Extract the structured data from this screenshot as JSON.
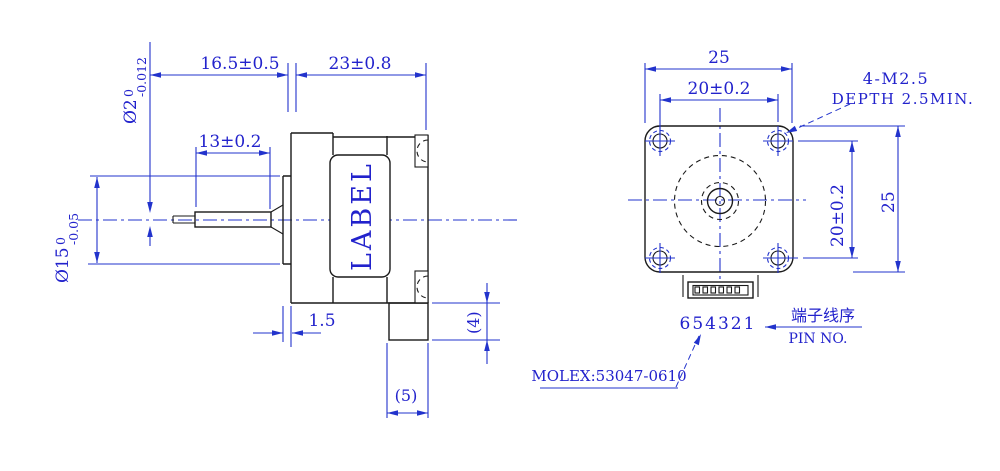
{
  "drawing": {
    "colors": {
      "geometry_line": "#1a1a1a",
      "dimension_blue": "#2233cc",
      "text_blue": "#2222cc",
      "background": "#ffffff"
    },
    "side_view": {
      "label_text": "LABEL",
      "dims": {
        "shaft_extension": "16.5±0.5",
        "body_length": "23±0.8",
        "shaft_flat_length": "13±0.2",
        "shaft_dia_main": "Ø2",
        "shaft_dia_upper_tol": "0",
        "shaft_dia_lower_tol": "-0.012",
        "boss_dia_main": "Ø15",
        "boss_dia_upper_tol": "0",
        "boss_dia_lower_tol": "-0.05",
        "boss_height": "1.5",
        "connector_depth": "(4)",
        "connector_width": "(5)"
      }
    },
    "front_view": {
      "dims": {
        "flange_width": "25",
        "hole_spacing_horizontal": "20±0.2",
        "hole_spacing_vertical": "20±0.2",
        "flange_height": "25"
      },
      "thread_note_line1": "4-M2.5",
      "thread_note_line2": "DEPTH 2.5MIN.",
      "pin_numbers": "654321",
      "pin_order_label_cn": "端子线序",
      "pin_order_label_en": "PIN NO.",
      "connector_part_number": "MOLEX:53047-0610"
    }
  }
}
